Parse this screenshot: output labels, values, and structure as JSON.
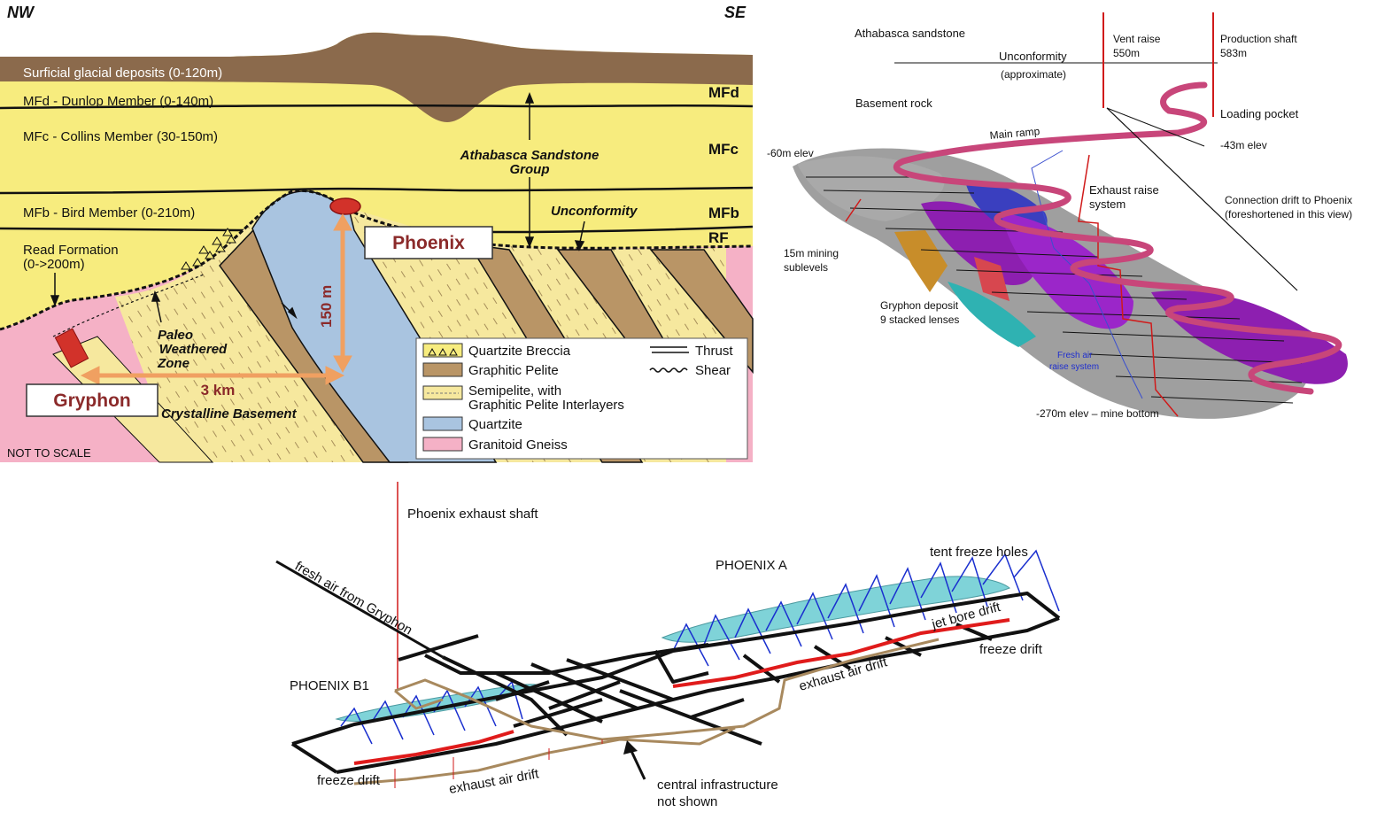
{
  "panel_a": {
    "corner_left": "NW",
    "corner_right": "SE",
    "layers": [
      "Surficial glacial deposits (0-120m)",
      "MFd - Dunlop Member (0-140m)",
      "MFc - Collins Member (30-150m)",
      "MFb - Bird Member (0-210m)",
      "Read Formation",
      "(0->200m)"
    ],
    "codes": [
      "MFd",
      "MFc",
      "MFb",
      "RF"
    ],
    "group_line1": "Athabasca Sandstone",
    "group_line2": "Group",
    "unconformity": "Unconformity",
    "paleo": [
      "Paleo",
      "Weathered",
      "Zone"
    ],
    "crystalline": "Crystalline Basement",
    "phoenix": "Phoenix",
    "gryphon": "Gryphon",
    "distance": "3 km",
    "height": "150 m",
    "not_to_scale": "NOT TO SCALE",
    "legend": {
      "breccia": "Quartzite Breccia",
      "pelite": "Graphitic Pelite",
      "semipelite1": "Semipelite, with",
      "semipelite2": "Graphitic Pelite Interlayers",
      "quartzite": "Quartzite",
      "gneiss": "Granitoid Gneiss",
      "thrust": "Thrust",
      "shear": "Shear"
    },
    "colors": {
      "glacial": "#8b6a4c",
      "sandstone": "#f7ec7e",
      "quartzite": "#a9c4e0",
      "gneiss": "#f5b1c6",
      "pelite": "#b99566",
      "semipelite": "#f6e89e",
      "ore": "#d2322a"
    }
  },
  "panel_b": {
    "athabasca": "Athabasca sandstone",
    "unconformity1": "Unconformity",
    "unconformity2": "(approximate)",
    "basement": "Basement rock",
    "vent1": "Vent raise",
    "vent2": "550m",
    "prod1": "Production shaft",
    "prod2": "583m",
    "loading": "Loading pocket",
    "elev43": "-43m elev",
    "main_ramp": "Main ramp",
    "elev60": "-60m elev",
    "exhaust1": "Exhaust raise",
    "exhaust2": "system",
    "conn1": "Connection drift to Phoenix",
    "conn2": "(foreshortened in this view)",
    "sub1": "15m mining",
    "sub2": "sublevels",
    "gry1": "Gryphon deposit",
    "gry2": "9 stacked lenses",
    "fresh1": "Fresh air",
    "fresh2": "raise system",
    "bottom": "-270m elev – mine bottom",
    "colors": {
      "ramp": "#c8467a",
      "lens": "#8d1fb0",
      "rock": "#8e8e8e"
    }
  },
  "panel_c": {
    "exhaust_shaft": "Phoenix exhaust shaft",
    "fresh_air": "fresh air from Gryphon",
    "phoenix_a": "PHOENIX A",
    "tent": "tent freeze holes",
    "jet": "jet bore drift",
    "freeze_r": "freeze drift",
    "exhaust_r": "exhaust air drift",
    "b1": "PHOENIX B1",
    "freeze_l": "freeze drift",
    "exhaust_l": "exhaust air drift",
    "central1": "central infrastructure",
    "central2": "not shown",
    "colors": {
      "orebody": "#7fd3d8",
      "holes": "#1a2fcf",
      "freeze": "#e01b1b",
      "exhaust": "#a8895e"
    }
  }
}
